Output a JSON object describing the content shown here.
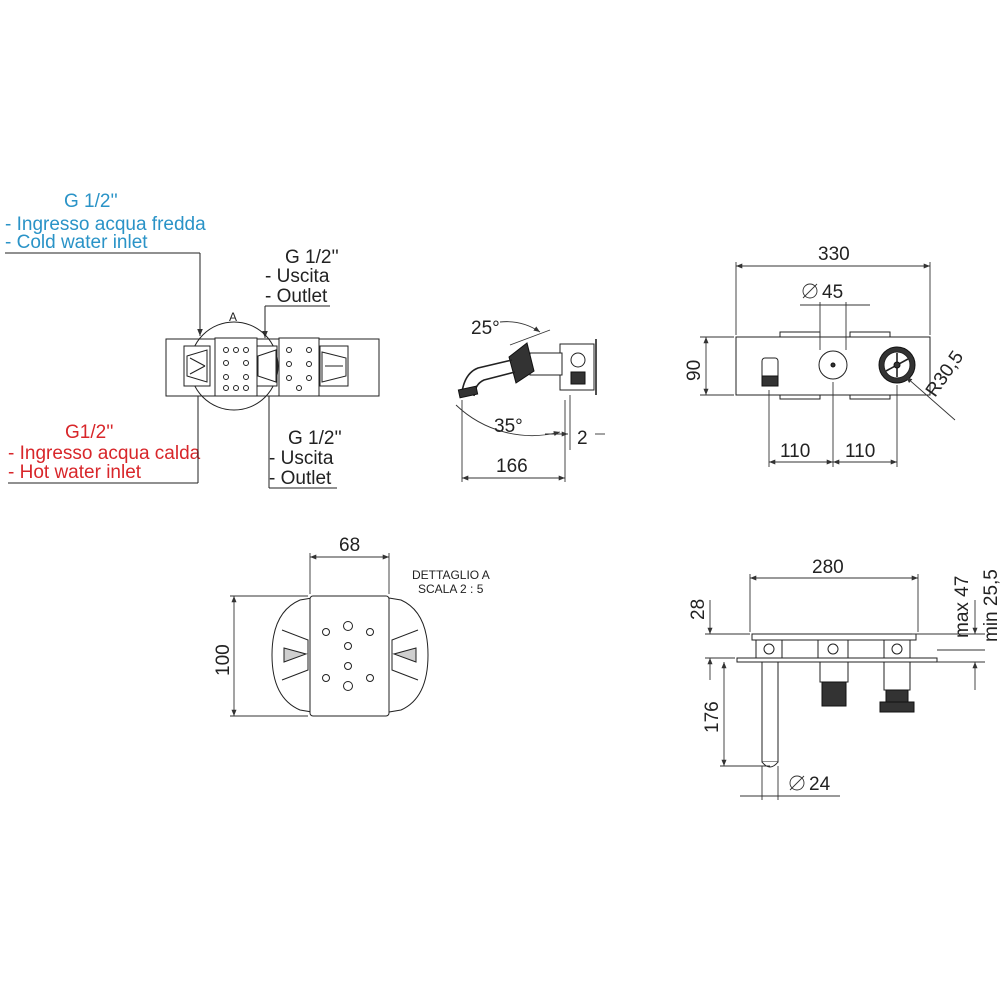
{
  "colors": {
    "cold": "#2a93c7",
    "hot": "#d8262a",
    "line": "#222222"
  },
  "front_view": {
    "cold_thread": "G 1/2''",
    "cold_it": "- Ingresso acqua fredda",
    "cold_en": "- Cold water inlet",
    "hot_thread": "G1/2''",
    "hot_it": "- Ingresso acqua calda",
    "hot_en": "- Hot water inlet",
    "outlet_top_thread": "G 1/2''",
    "outlet_top_it": "- Uscita",
    "outlet_top_en": "- Outlet",
    "outlet_bot_thread": "G 1/2''",
    "outlet_bot_it": "- Uscita",
    "outlet_bot_en": "- Outlet",
    "detail_marker": "A"
  },
  "side_view": {
    "angle_top": "25°",
    "angle_bottom": "35°",
    "gap": "2",
    "depth": "166"
  },
  "plate_view": {
    "width": "330",
    "hole": "45",
    "height": "90",
    "radius": "R30,5",
    "spacing_left": "110",
    "spacing_right": "110"
  },
  "detail_view": {
    "width": "68",
    "height": "100",
    "title": "DETTAGLIO A",
    "scale": "SCALA 2 : 5"
  },
  "top_view": {
    "width": "280",
    "plate": "28",
    "max": "max 47",
    "min": "min 25,5",
    "spout": "176",
    "diameter": "24"
  }
}
